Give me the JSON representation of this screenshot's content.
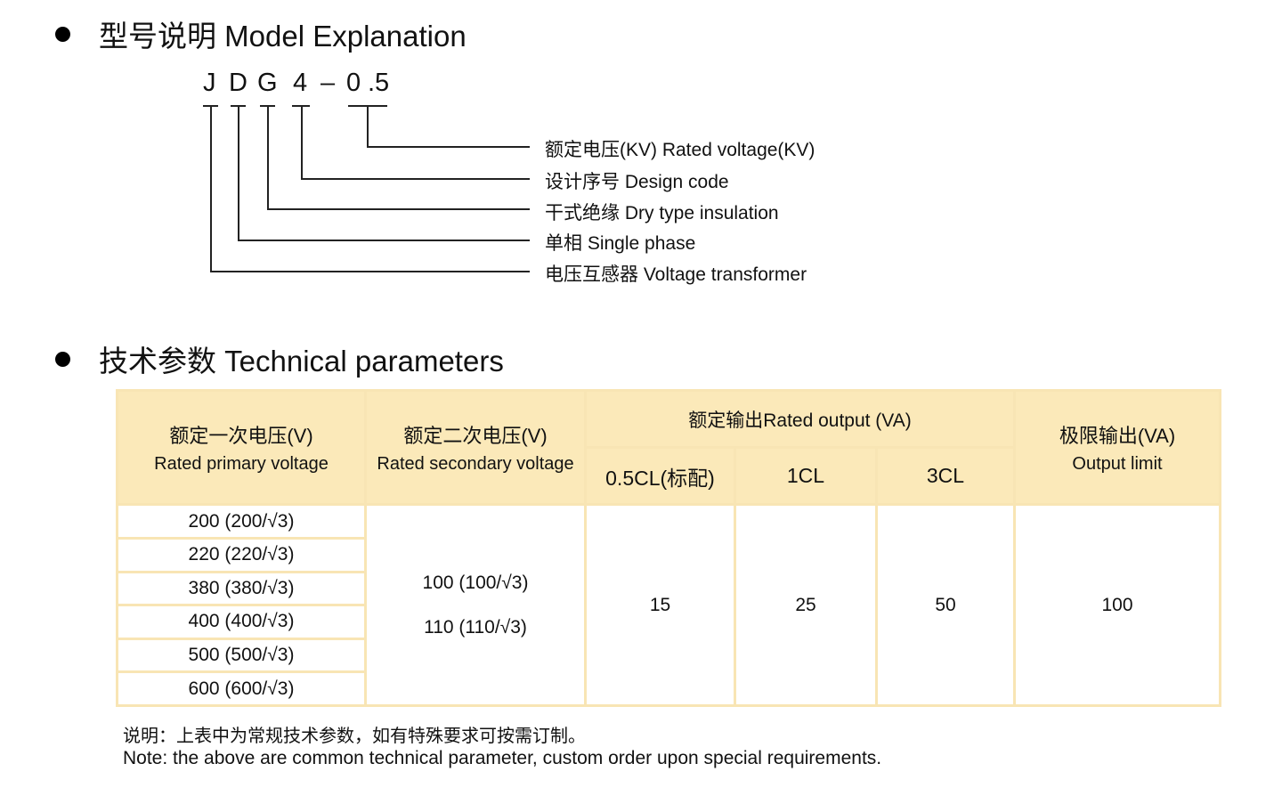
{
  "model_section": {
    "title": "型号说明  Model Explanation",
    "code_letters": [
      "J",
      "D",
      "G",
      "4",
      "–",
      "0",
      ".5"
    ],
    "labels": [
      "额定电压(KV) Rated voltage(KV)",
      "设计序号 Design code",
      "干式绝缘 Dry type insulation",
      "单相 Single phase",
      "电压互感器 Voltage transformer"
    ]
  },
  "tech_section": {
    "title": "技术参数 Technical parameters",
    "headers": {
      "primary_cn": "额定一次电压(V)",
      "primary_en": "Rated primary voltage",
      "secondary_cn": "额定二次电压(V)",
      "secondary_en": "Rated secondary voltage",
      "output": "额定输出Rated output (VA)",
      "class_05": "0.5CL(标配)",
      "class_1": "1CL",
      "class_3": "3CL",
      "limit_cn": "极限输出(VA)",
      "limit_en": "Output limit"
    },
    "primary_values": [
      "200 (200/√3)",
      "220 (220/√3)",
      "380 (380/√3)",
      "400 (400/√3)",
      "500 (500/√3)",
      "600 (600/√3)"
    ],
    "secondary_values": [
      "100 (100/√3)",
      "110 (110/√3)"
    ],
    "output_05": "15",
    "output_1": "25",
    "output_3": "50",
    "output_limit": "100"
  },
  "notes": {
    "cn": "说明：上表中为常规技术参数，如有特殊要求可按需订制。",
    "en": "Note:  the above are common technical parameter, custom order upon special requirements."
  }
}
